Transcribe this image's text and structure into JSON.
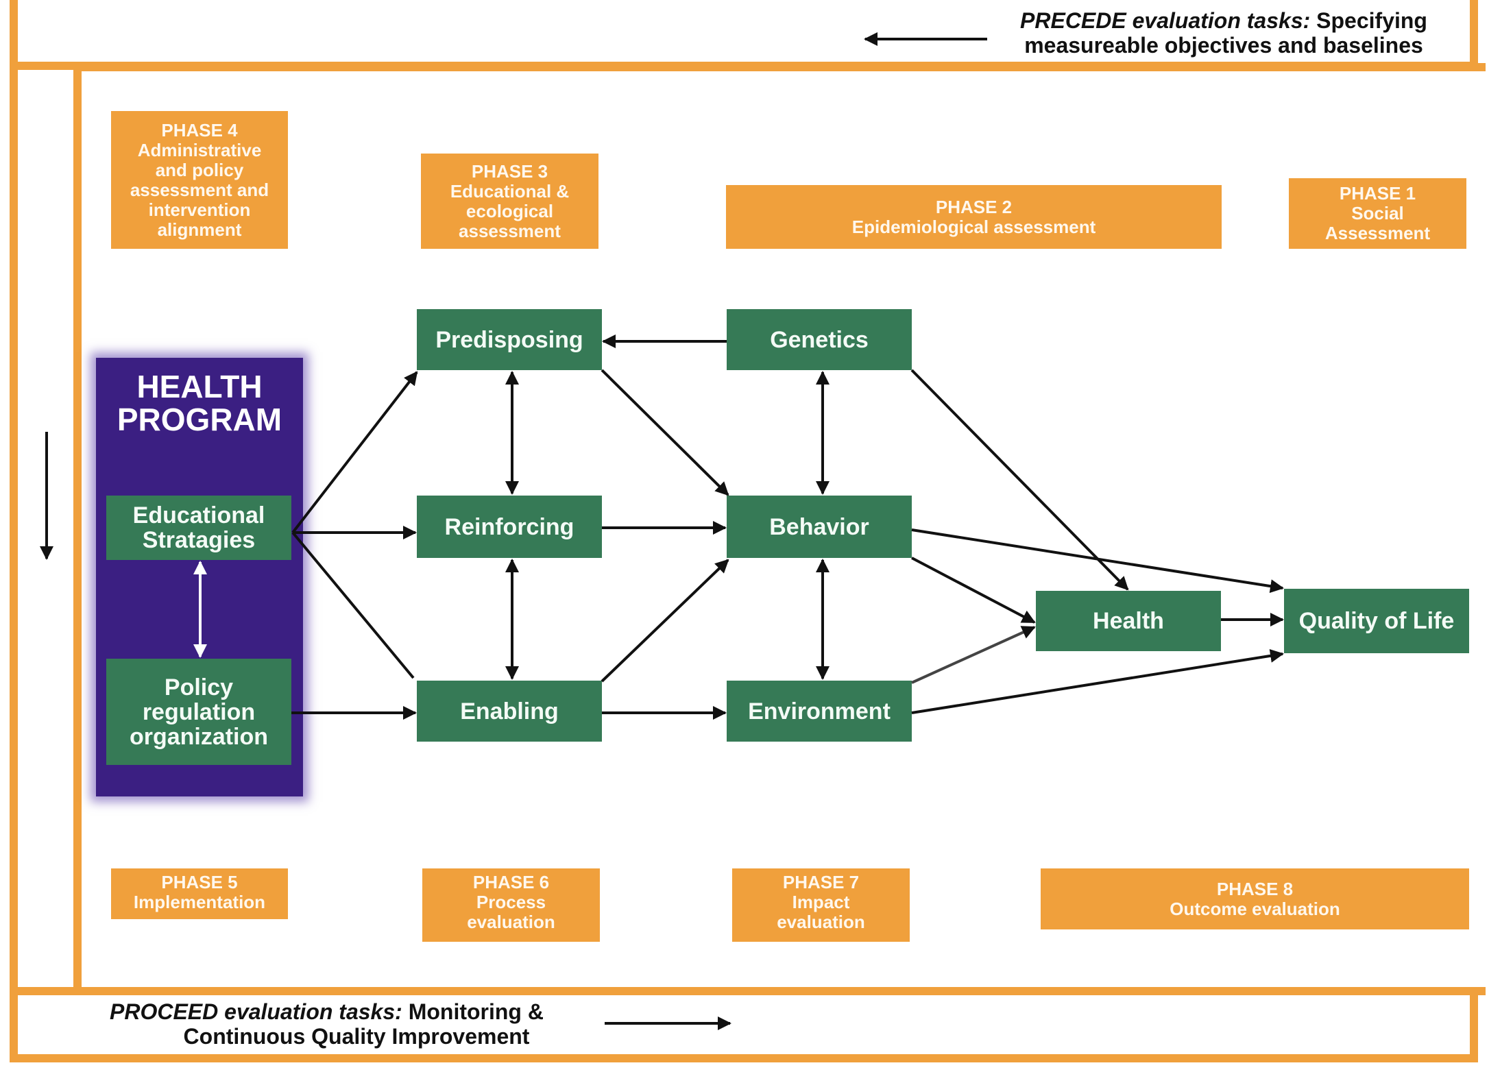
{
  "precede_task": {
    "label_italic": "PRECEDE evaluation tasks:",
    "label_rest": " Specifying",
    "line2": "measureable objectives and baselines"
  },
  "proceed_task": {
    "label_italic": "PROCEED evaluation tasks:",
    "label_rest": " Monitoring &",
    "line2": "Continuous Quality Improvement"
  },
  "phases": {
    "p1": {
      "num": "PHASE 1",
      "desc": "Social\nAssessment"
    },
    "p2": {
      "num": "PHASE 2",
      "desc": "Epidemiological assessment"
    },
    "p3": {
      "num": "PHASE 3",
      "desc": "Educational &\necological\nassessment"
    },
    "p4": {
      "num": "PHASE 4",
      "desc": "Administrative\nand policy\nassessment and\nintervention\nalignment"
    },
    "p5": {
      "num": "PHASE 5",
      "desc": "Implementation"
    },
    "p6": {
      "num": "PHASE 6",
      "desc": "Process\nevaluation"
    },
    "p7": {
      "num": "PHASE 7",
      "desc": "Impact\nevaluation"
    },
    "p8": {
      "num": "PHASE 8",
      "desc": "Outcome evaluation"
    }
  },
  "health_program": {
    "title": "HEALTH\nPROGRAM",
    "educational": "Educational\nStratagies",
    "policy": "Policy\nregulation\norganization"
  },
  "nodes": {
    "predisposing": "Predisposing",
    "reinforcing": "Reinforcing",
    "enabling": "Enabling",
    "genetics": "Genetics",
    "behavior": "Behavior",
    "environment": "Environment",
    "health": "Health",
    "quality_of_life": "Quality of Life"
  },
  "colors": {
    "orange": "#f0a03c",
    "green": "#367a56",
    "purple": "#3b1f82",
    "arrow": "#111111"
  },
  "edges": [
    {
      "from": "educational",
      "to": "predisposing",
      "type": "arrow"
    },
    {
      "from": "educational",
      "to": "reinforcing",
      "type": "arrow"
    },
    {
      "from": "educational",
      "to": "enabling",
      "type": "line"
    },
    {
      "from": "policy",
      "to": "enabling",
      "type": "arrow"
    },
    {
      "from": "educational",
      "to": "policy",
      "type": "bidirectional"
    },
    {
      "from": "genetics",
      "to": "predisposing",
      "type": "arrow"
    },
    {
      "from": "predisposing",
      "to": "reinforcing",
      "type": "bidirectional"
    },
    {
      "from": "reinforcing",
      "to": "enabling",
      "type": "bidirectional"
    },
    {
      "from": "predisposing",
      "to": "behavior",
      "type": "arrow"
    },
    {
      "from": "reinforcing",
      "to": "behavior",
      "type": "arrow"
    },
    {
      "from": "enabling",
      "to": "behavior",
      "type": "arrow"
    },
    {
      "from": "enabling",
      "to": "environment",
      "type": "arrow"
    },
    {
      "from": "genetics",
      "to": "behavior",
      "type": "bidirectional"
    },
    {
      "from": "behavior",
      "to": "environment",
      "type": "bidirectional"
    },
    {
      "from": "genetics",
      "to": "health",
      "type": "arrow"
    },
    {
      "from": "behavior",
      "to": "health",
      "type": "arrow"
    },
    {
      "from": "environment",
      "to": "health",
      "type": "arrow"
    },
    {
      "from": "behavior",
      "to": "quality_of_life",
      "type": "arrow"
    },
    {
      "from": "environment",
      "to": "quality_of_life",
      "type": "arrow"
    },
    {
      "from": "health",
      "to": "quality_of_life",
      "type": "arrow"
    }
  ]
}
